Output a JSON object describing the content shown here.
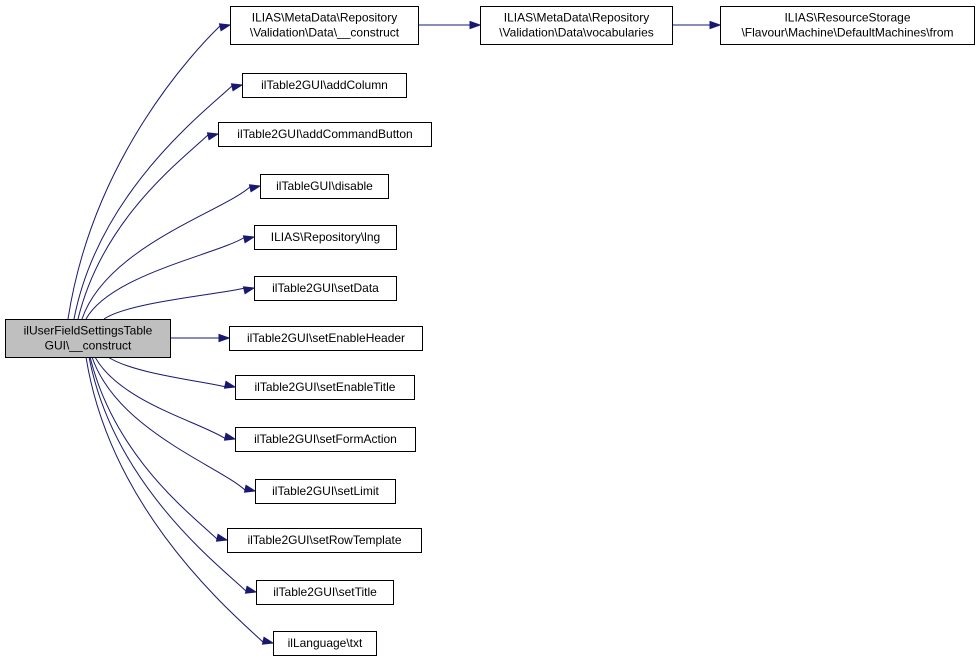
{
  "root": {
    "lines": [
      "ilUserFieldSettingsTable",
      "GUI\\__construct"
    ]
  },
  "callees": [
    {
      "id": "md-construct",
      "lines": [
        "ILIAS\\MetaData\\Repository",
        "\\Validation\\Data\\__construct"
      ]
    },
    {
      "id": "add-column",
      "lines": [
        "ilTable2GUI\\addColumn"
      ]
    },
    {
      "id": "add-command-button",
      "lines": [
        "ilTable2GUI\\addCommandButton"
      ]
    },
    {
      "id": "disable",
      "lines": [
        "ilTableGUI\\disable"
      ]
    },
    {
      "id": "lng",
      "lines": [
        "ILIAS\\Repository\\lng"
      ]
    },
    {
      "id": "set-data",
      "lines": [
        "ilTable2GUI\\setData"
      ]
    },
    {
      "id": "set-enable-header",
      "lines": [
        "ilTable2GUI\\setEnableHeader"
      ]
    },
    {
      "id": "set-enable-title",
      "lines": [
        "ilTable2GUI\\setEnableTitle"
      ]
    },
    {
      "id": "set-form-action",
      "lines": [
        "ilTable2GUI\\setFormAction"
      ]
    },
    {
      "id": "set-limit",
      "lines": [
        "ilTable2GUI\\setLimit"
      ]
    },
    {
      "id": "set-row-template",
      "lines": [
        "ilTable2GUI\\setRowTemplate"
      ]
    },
    {
      "id": "set-title",
      "lines": [
        "ilTable2GUI\\setTitle"
      ]
    },
    {
      "id": "txt",
      "lines": [
        "ilLanguage\\txt"
      ]
    }
  ],
  "chain": [
    {
      "id": "vocabularies",
      "lines": [
        "ILIAS\\MetaData\\Repository",
        "\\Validation\\Data\\vocabularies"
      ]
    },
    {
      "id": "default-machines-from",
      "lines": [
        "ILIAS\\ResourceStorage",
        "\\Flavour\\Machine\\DefaultMachines\\from"
      ]
    }
  ],
  "colors": {
    "edge": "#191970",
    "root_fill": "#bfbfbf",
    "node_fill": "#ffffff",
    "border": "#000000"
  }
}
